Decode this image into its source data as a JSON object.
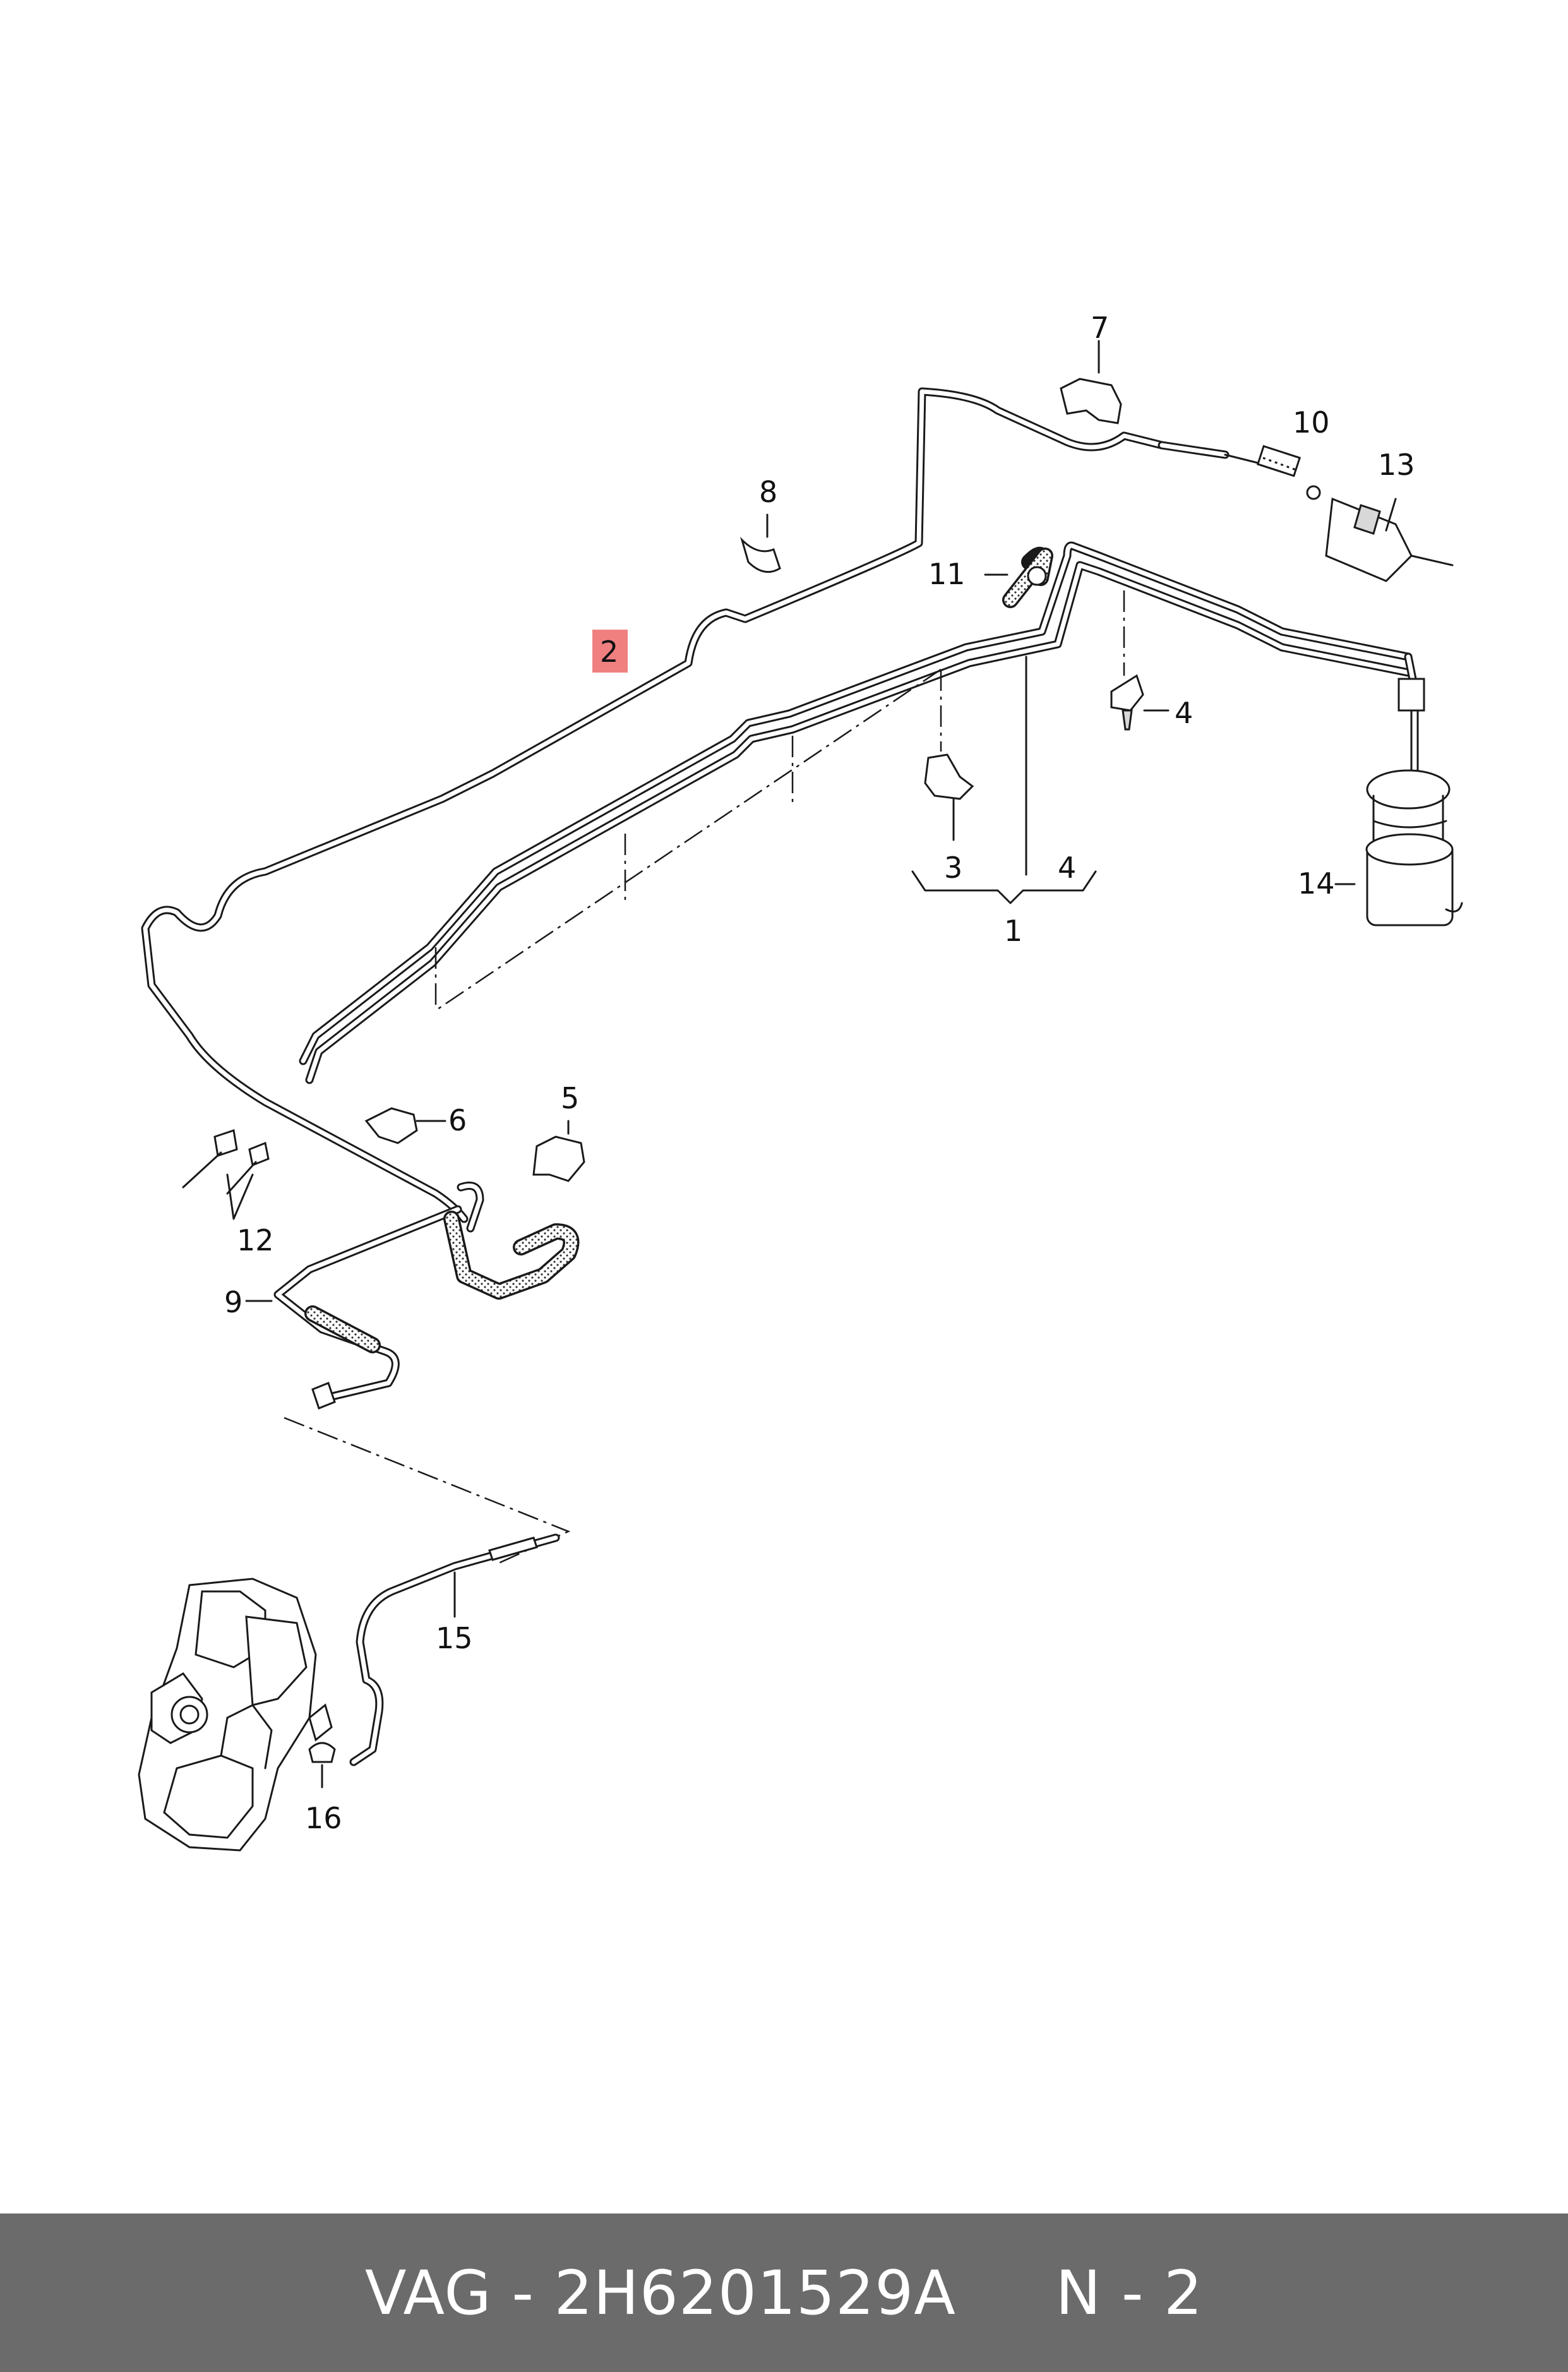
{
  "diagram": {
    "callouts": {
      "c1": "1",
      "c2": "2",
      "c3": "3",
      "c4a": "4",
      "c4b": "4",
      "c5": "5",
      "c6": "6",
      "c7": "7",
      "c8": "8",
      "c9": "9",
      "c10": "10",
      "c11": "11",
      "c12": "12",
      "c13": "13",
      "c14": "14",
      "c15": "15",
      "c16": "16"
    },
    "highlight_color": "#f08080"
  },
  "footer": {
    "text": "VAG - 2H6201529A     N - 2"
  }
}
